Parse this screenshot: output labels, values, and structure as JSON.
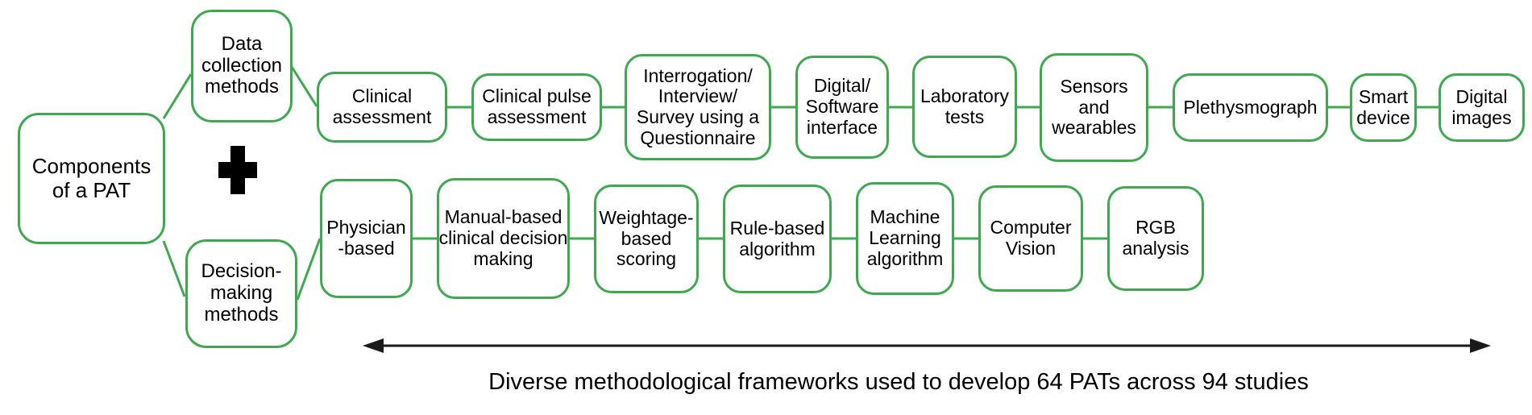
{
  "diagram": {
    "root": {
      "label": "Components\nof a PAT"
    },
    "plus_symbol": "+",
    "branches": {
      "data_collection": {
        "label": "Data\ncollection\nmethods"
      },
      "decision_making": {
        "label": "Decision-\nmaking\nmethods"
      }
    },
    "top_row": [
      {
        "id": "clinical-assessment",
        "label": "Clinical\nassessment"
      },
      {
        "id": "clinical-pulse-assessment",
        "label": "Clinical pulse\nassessment"
      },
      {
        "id": "interrogation-survey",
        "label": "Interrogation/\nInterview/\nSurvey using a\nQuestionnaire"
      },
      {
        "id": "digital-software-interface",
        "label": "Digital/\nSoftware\ninterface"
      },
      {
        "id": "laboratory-tests",
        "label": "Laboratory\ntests"
      },
      {
        "id": "sensors-and-wearables",
        "label": "Sensors\nand\nwearables"
      },
      {
        "id": "plethysmograph",
        "label": "Plethysmograph"
      },
      {
        "id": "smart-device",
        "label": "Smart\ndevice"
      },
      {
        "id": "digital-images",
        "label": "Digital\nimages"
      }
    ],
    "bottom_row": [
      {
        "id": "physician-based",
        "label": "Physician\n-based"
      },
      {
        "id": "manual-clinical-decision",
        "label": "Manual-based\nclinical decision\nmaking"
      },
      {
        "id": "weightage-based-scoring",
        "label": "Weightage-\nbased\nscoring"
      },
      {
        "id": "rule-based-algorithm",
        "label": "Rule-based\nalgorithm"
      },
      {
        "id": "machine-learning-algorithm",
        "label": "Machine\nLearning\nalgorithm"
      },
      {
        "id": "computer-vision",
        "label": "Computer\nVision"
      },
      {
        "id": "rgb-analysis",
        "label": "RGB\nanalysis"
      }
    ],
    "caption": "Diverse methodological frameworks used to develop 64 PATs across 94 studies",
    "colors": {
      "box_border": "#3EA94F",
      "text": "#000000",
      "arrow": "#1a1a1a",
      "background": "#FFFFFF"
    }
  }
}
